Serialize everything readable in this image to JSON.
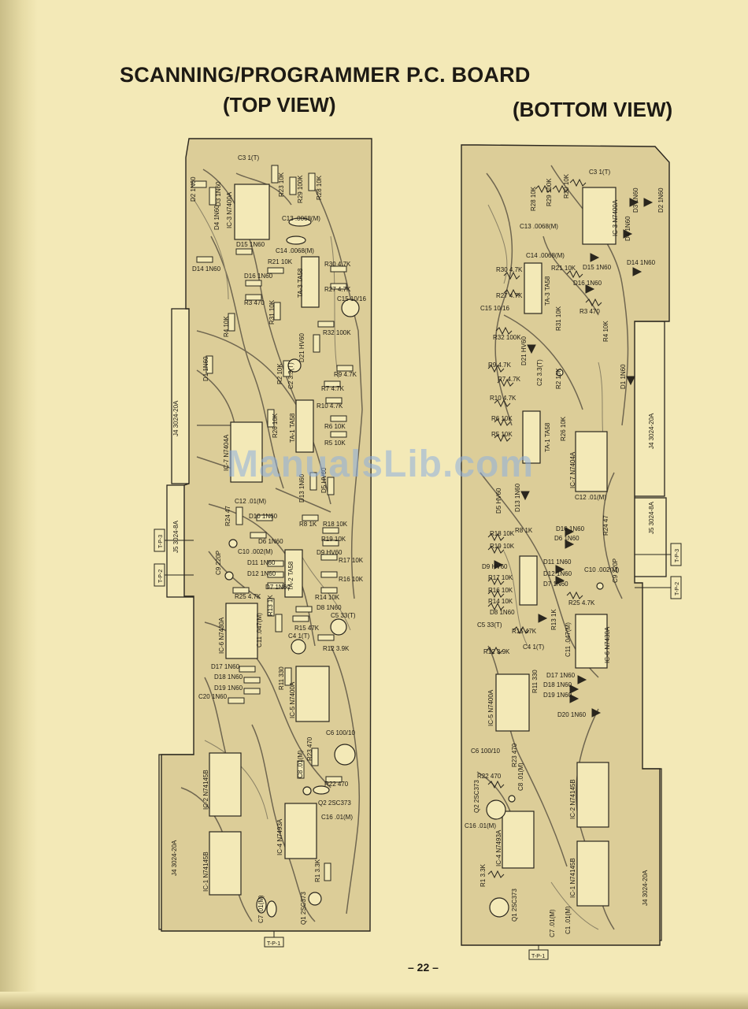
{
  "document": {
    "title": "SCANNING/PROGRAMMER P.C. BOARD",
    "top_view_label": "(TOP VIEW)",
    "bottom_view_label": "(BOTTOM VIEW)",
    "page_number": "– 22 –",
    "watermark": "ManualsLib.com"
  },
  "top_view": {
    "parts": [
      "C3 1(T)",
      "R23 10K",
      "R29 100K",
      "R28 10K",
      "D2 1N60",
      "D3 1N60",
      "IC-3 N7400A",
      "D4 1N60",
      "C13 .0068(M)",
      "D15 1N60",
      "C14 .0068(M)",
      "D14 1N60",
      "R21 10K",
      "R30 4.7K",
      "D16 1N60",
      "TA-3 TA58",
      "R27 4.7K",
      "R3 470",
      "C15 10/16",
      "R31 10K",
      "R4 10K",
      "R32 100K",
      "D21 HV60",
      "D1 1N60",
      "R2 10K",
      "C2 3.3(T)",
      "R9 4.7K",
      "R7 4.7K",
      "R10 4.7K",
      "R26 10K",
      "IC-7 N7404A",
      "TA-1 TA58",
      "R6 10K",
      "R5 10K",
      "D13 1N60",
      "D5 HV60",
      "C12 .01(M)",
      "R24 47",
      "D10 1N60",
      "R8 1K",
      "R18 10K",
      "R19 10K",
      "D6 1N60",
      "C10 .002(M)",
      "D9 HV60",
      "R17 10K",
      "C9 220P",
      "D11 1N60",
      "TA-2 TA58",
      "D12 1N60",
      "D7 1N60",
      "R16 10K",
      "R25 4.7K",
      "R14 10K",
      "R13 1K",
      "D8 1N60",
      "C5 33(T)",
      "IC-6 N7430A",
      "R15 47K",
      "C11 .047(M)",
      "C4 1(T)",
      "R12 3.9K",
      "D17 1N60",
      "D18 1N60",
      "R11 330",
      "D19 1N60",
      "C20 1N60",
      "IC-5 N7400A",
      "C6 100/10",
      "R23 470",
      "C8 .01(M)",
      "IC-2 N74145B",
      "R22 470",
      "Q2 2SC373",
      "C16 .01(M)",
      "IC-4 N7493A",
      "J4 3024-20A",
      "IC-1 N74145B",
      "R1 3.3K",
      "C7 .01(M)",
      "Q1 2SC373",
      "J4 3024-20A",
      "J5 3024-8A"
    ],
    "test_points": [
      "T-P-3",
      "T-P-2",
      "T-P-1"
    ]
  },
  "bottom_view": {
    "parts": [
      "C3 1(T)",
      "R28 10K",
      "R29 100K",
      "R20 10K",
      "D3 1N60",
      "D2 1N60",
      "C13 .0068(M)",
      "IC-3 N7400A",
      "D4 1N60",
      "C14 .0068(M)",
      "D15 1N60",
      "D14 1N60",
      "R30 4.7K",
      "R21 10K",
      "R27 4.7K",
      "TA-3 TA58",
      "D16 1N60",
      "R3 470",
      "C15 10/16",
      "R31 10K",
      "R4 10K",
      "R32 100K",
      "D21 HV60",
      "R9 4.7K",
      "C2 3.3(T)",
      "R7 4.7K",
      "R2 10K",
      "D1 1N60",
      "R10 4.7K",
      "R26 10K",
      "J4 3024-20A",
      "R6 10K",
      "TA-1 TA58",
      "R5 10K",
      "IC-7 N7404A",
      "D5 HV60",
      "D13 1N60",
      "C12 .01(M)",
      "R8 1K",
      "D10 1N60",
      "R24 47",
      "R18 10K",
      "D6 1N60",
      "J5 3024-8A",
      "R19 10K",
      "D9 HV60",
      "D11 1N60",
      "R17 10K",
      "D12 1N60",
      "C10 .002(M)",
      "R16 10K",
      "D7 1N60",
      "C9 220P",
      "R14 10K",
      "R25 4.7K",
      "D8 1N60",
      "R13 1K",
      "C5 33(T)",
      "R15 47K",
      "C11 .047(M)",
      "IC-6 N7430A",
      "R12 3.9K",
      "C4 1(T)",
      "D17 1N60",
      "D18 1N60",
      "D19 1N60",
      "R11 330",
      "IC-5 N7400A",
      "D20 1N60",
      "C6 100/10",
      "R23 470",
      "R22 470",
      "IC-2 N74145B",
      "Q2 2SC373",
      "C8 .01(M)",
      "C16 .01(M)",
      "IC-4 N7493A",
      "J4 3024-20A",
      "R1 3.3K",
      "IC-1 N74145B",
      "Q1 2SC373",
      "C7 .01(M)",
      "C1 .01(M)"
    ],
    "test_points": [
      "T-P-3",
      "T-P-2",
      "T-P-1"
    ]
  }
}
